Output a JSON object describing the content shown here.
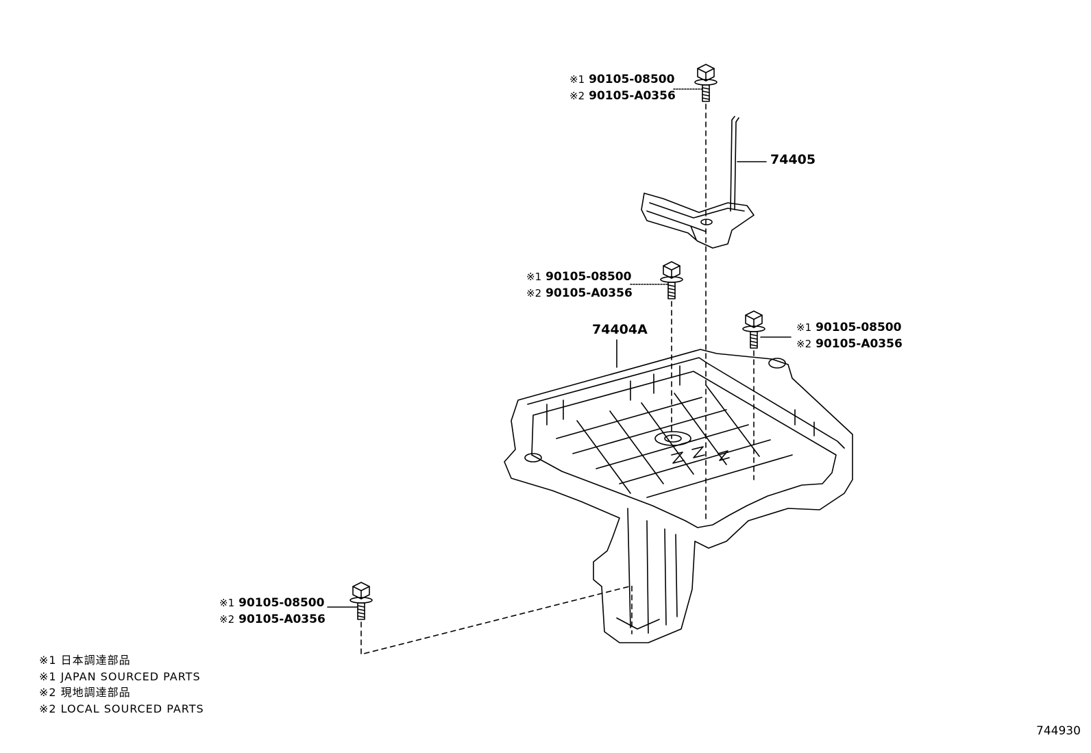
{
  "bolt_callouts": [
    {
      "mark1": "※1",
      "num1": "90105-08500",
      "mark2": "※2",
      "num2": "90105-A0356"
    },
    {
      "mark1": "※1",
      "num1": "90105-08500",
      "mark2": "※2",
      "num2": "90105-A0356"
    },
    {
      "mark1": "※1",
      "num1": "90105-08500",
      "mark2": "※2",
      "num2": "90105-A0356"
    },
    {
      "mark1": "※1",
      "num1": "90105-08500",
      "mark2": "※2",
      "num2": "90105-A0356"
    }
  ],
  "parts": {
    "clamp": "74405",
    "tray": "74404A"
  },
  "legend": [
    "※1 日本調達部品",
    "※1 JAPAN SOURCED PARTS",
    "※2 現地調達部品",
    "※2 LOCAL SOURCED PARTS"
  ],
  "illustration_number": "744930"
}
